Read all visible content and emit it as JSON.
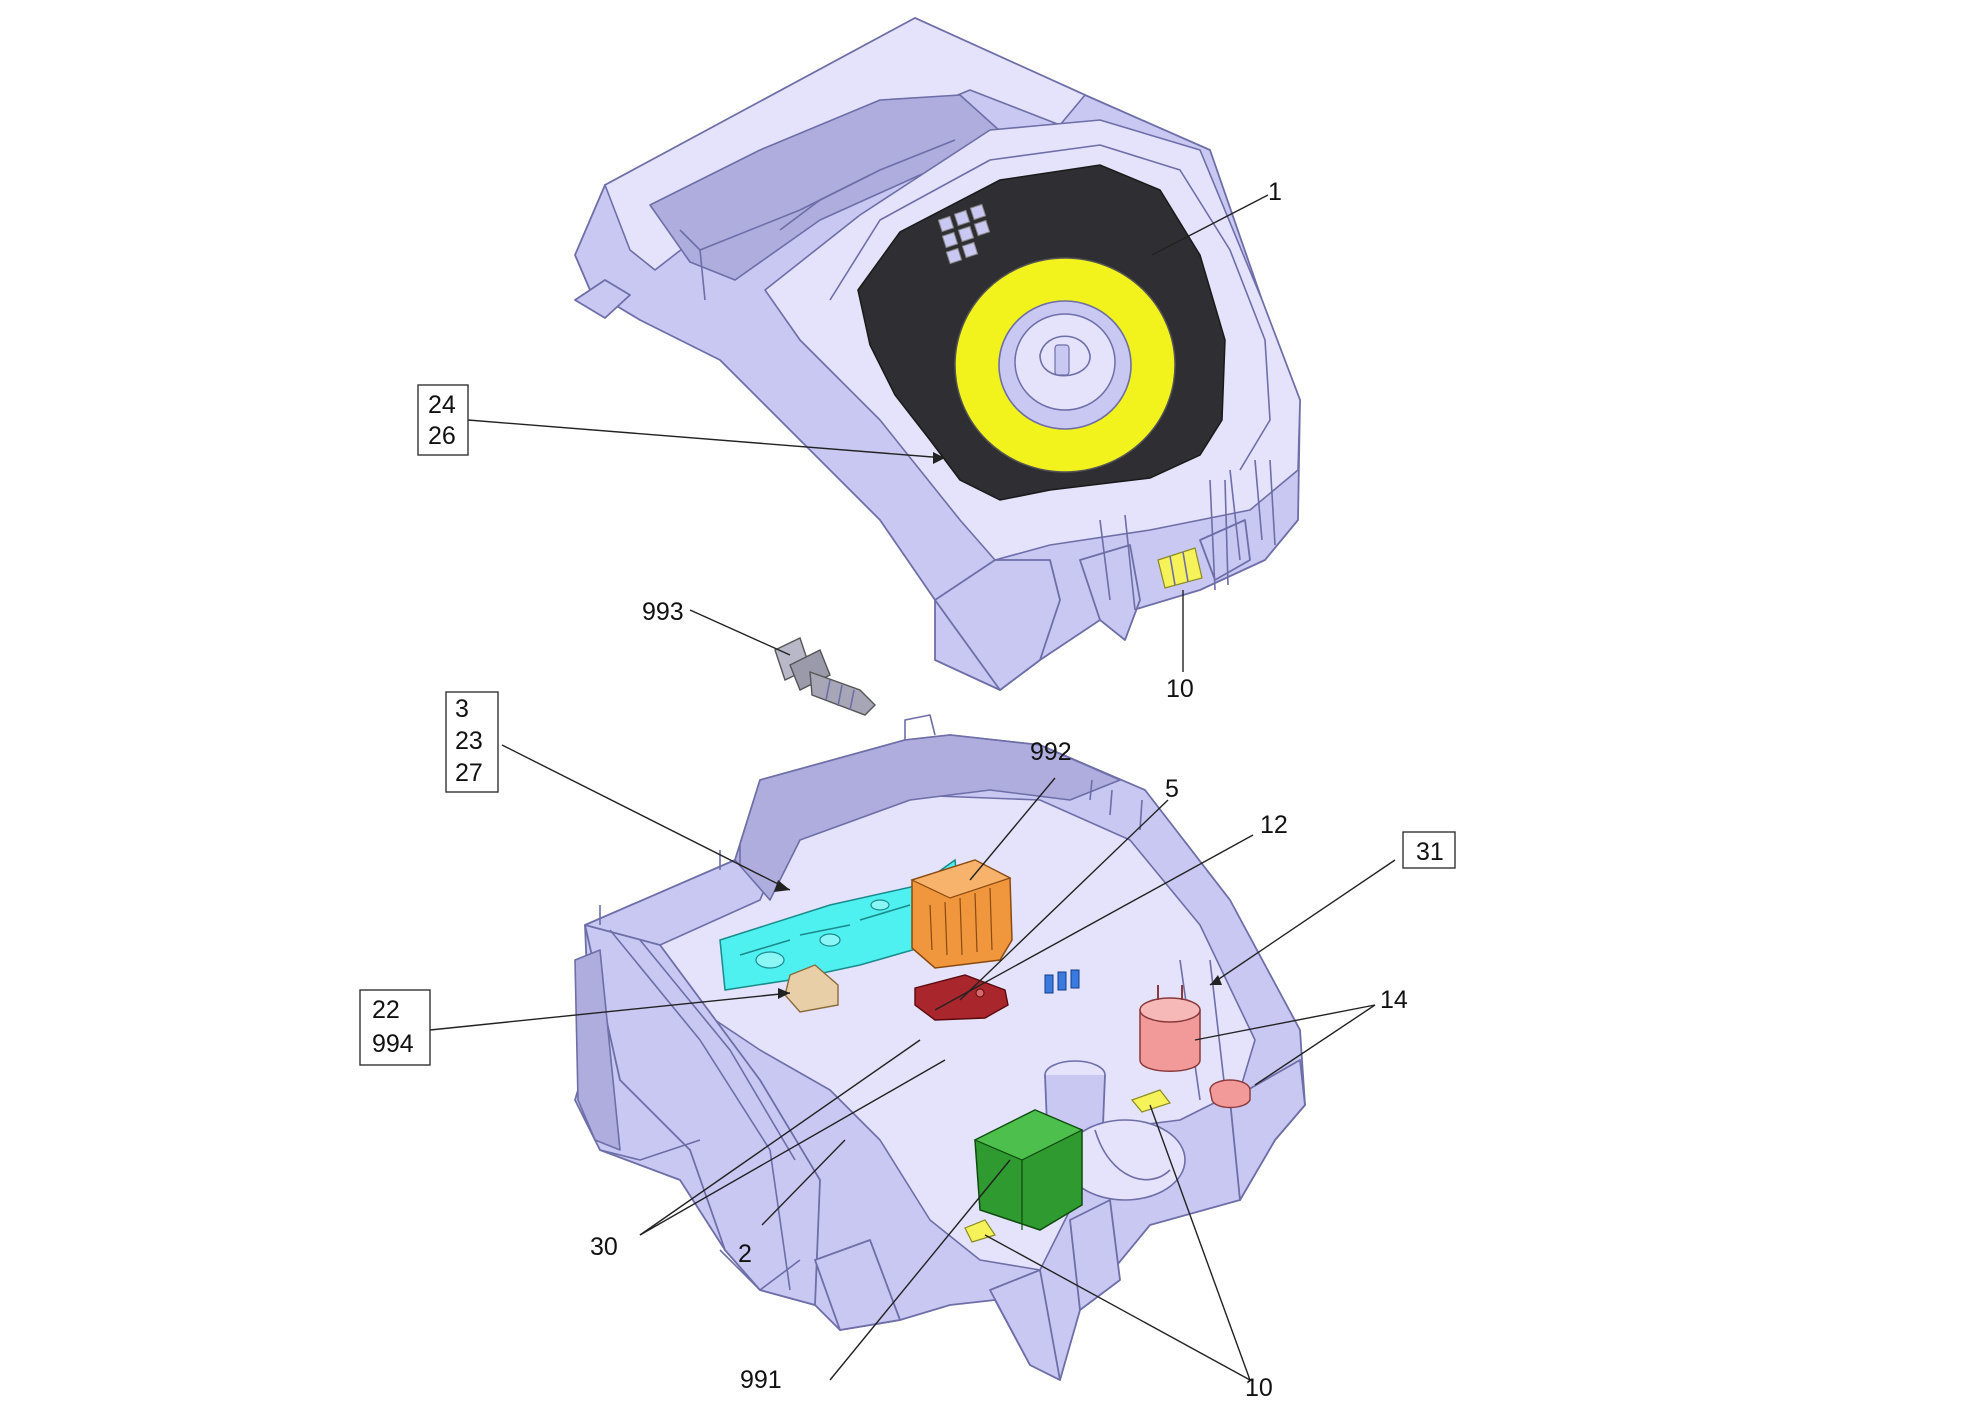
{
  "labels": {
    "l1": "1",
    "l24": "24",
    "l26": "26",
    "l993": "993",
    "l10a": "10",
    "l3": "3",
    "l23": "23",
    "l27": "27",
    "l992": "992",
    "l5": "5",
    "l12": "12",
    "l31": "31",
    "l22": "22",
    "l994": "994",
    "l14": "14",
    "l30": "30",
    "l2": "2",
    "l991": "991",
    "l10b": "10"
  },
  "colors": {
    "housing": "#c9c8f2",
    "panel": "#2f2f33",
    "dial_ring": "#f2f21c",
    "control_board": "#4ff0f0",
    "relay_block": "#f0963c",
    "terminal": "#a8262c",
    "connector_blue": "#3a7adf",
    "filter_pink": "#f29a9a",
    "transformer": "#2f9a2f",
    "clip_yellow": "#f5f25a",
    "switch_beige": "#e8cfa8"
  }
}
